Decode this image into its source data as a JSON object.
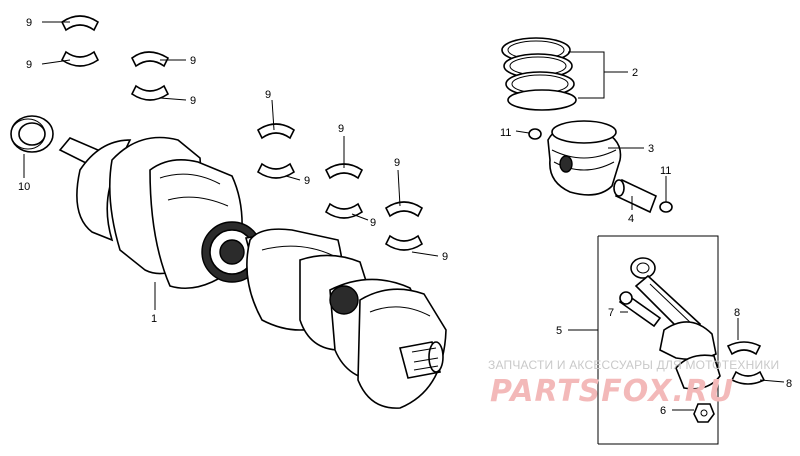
{
  "callouts": {
    "c1": "1",
    "c2": "2",
    "c3": "3",
    "c4": "4",
    "c5": "5",
    "c6": "6",
    "c7": "7",
    "c8": "8",
    "c9": "9",
    "c10": "10",
    "c11": "11"
  },
  "watermark": {
    "tagline": "ЗАПЧАСТИ И АКСЕССУАРЫ ДЛЯ МОТОТЕХНИКИ",
    "logo": "PARTSFOX.RU"
  },
  "colors": {
    "ink": "#000000",
    "watermark_tagline": "#c9c9c9",
    "watermark_logo": "#f3b9b9"
  }
}
